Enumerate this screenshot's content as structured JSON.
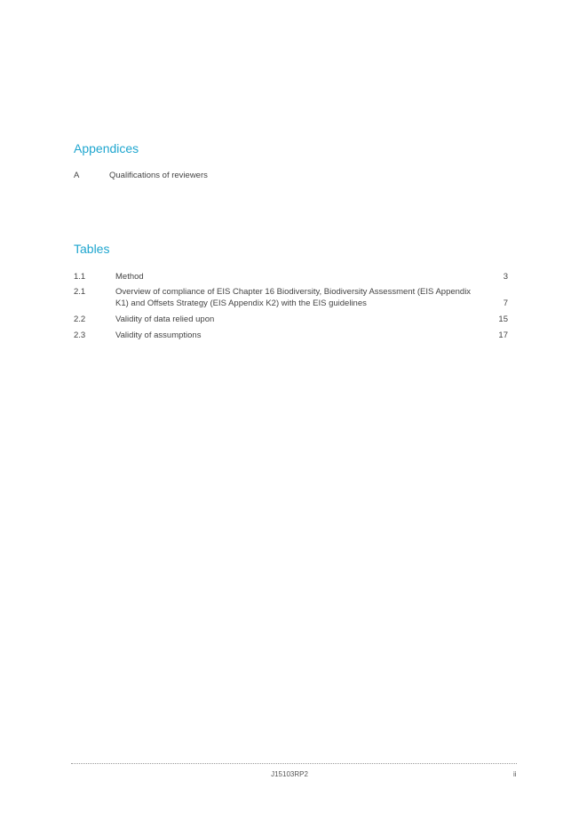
{
  "appendices": {
    "heading": "Appendices",
    "items": [
      {
        "letter": "A",
        "title": "Qualifications of reviewers"
      }
    ]
  },
  "tables": {
    "heading": "Tables",
    "items": [
      {
        "number": "1.1",
        "title": "Method",
        "page": "3"
      },
      {
        "number": "2.1",
        "title": "Overview of compliance of EIS Chapter 16 Biodiversity, Biodiversity Assessment (EIS Appendix K1) and Offsets Strategy (EIS Appendix K2) with the EIS guidelines",
        "page": "7"
      },
      {
        "number": "2.2",
        "title": "Validity of data relied upon",
        "page": "15"
      },
      {
        "number": "2.3",
        "title": "Validity of assumptions",
        "page": "17"
      }
    ]
  },
  "footer": {
    "code": "J15103RP2",
    "page": "ii"
  }
}
